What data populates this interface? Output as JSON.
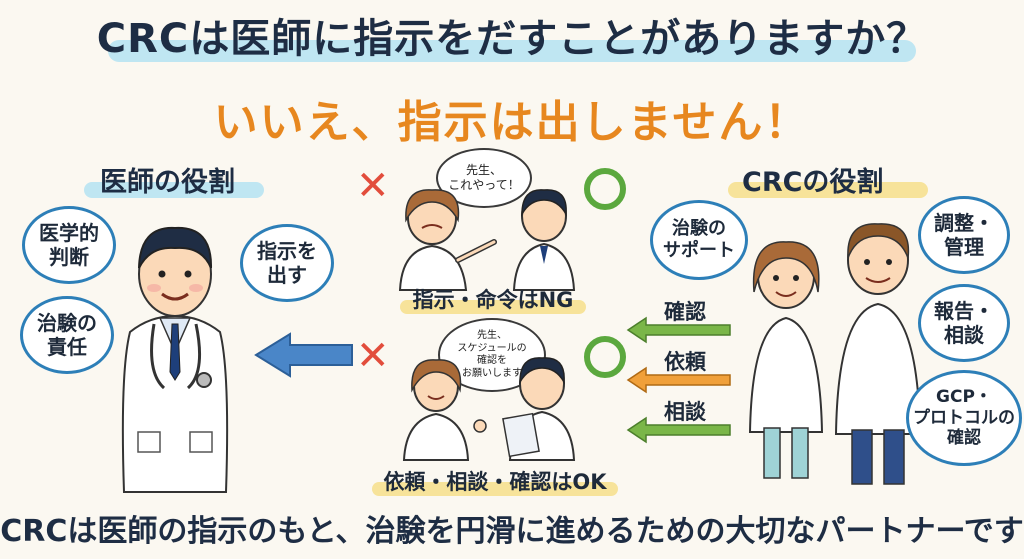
{
  "title": "CRCは医師に指示をだすことがありますか？",
  "subtitle": "いいえ、指示は出しません！",
  "doctor_section": {
    "title": "医師の役割",
    "bubbles": [
      "医学的\n判断",
      "指示を\n出す",
      "治験の\n責任"
    ]
  },
  "crc_section": {
    "title": "CRCの役割",
    "bubbles": [
      "治験の\nサポート",
      "調整・\n管理",
      "報告・\n相談",
      "GCP・\nプロトコルの\n確認"
    ]
  },
  "scenes": {
    "bad": {
      "mark": "✕",
      "speech": "先生、\nこれやって！",
      "caption": "指示・命令はNG"
    },
    "good": {
      "mark": "○",
      "speech": "先生、\nスケジュールの\n確認を\nお願いします",
      "caption": "依頼・相談・確認はOK"
    }
  },
  "arrows": [
    "確認",
    "依頼",
    "相談"
  ],
  "footer": "CRCは医師の指示のもと、治験を円滑に進めるための大切なパートナーです",
  "colors": {
    "title_band": "#bfe6f2",
    "accent_orange": "#e7871f",
    "ng_red": "#e24d3c",
    "ok_green": "#5ba83e",
    "bubble_border": "#2d7fb8",
    "arrow_blue": "#4a86c8"
  },
  "icons": [
    "x-mark-icon",
    "circle-ok-icon",
    "arrow-left-icon",
    "doctor-illustration",
    "crc-illustration",
    "nurse-illustration"
  ]
}
